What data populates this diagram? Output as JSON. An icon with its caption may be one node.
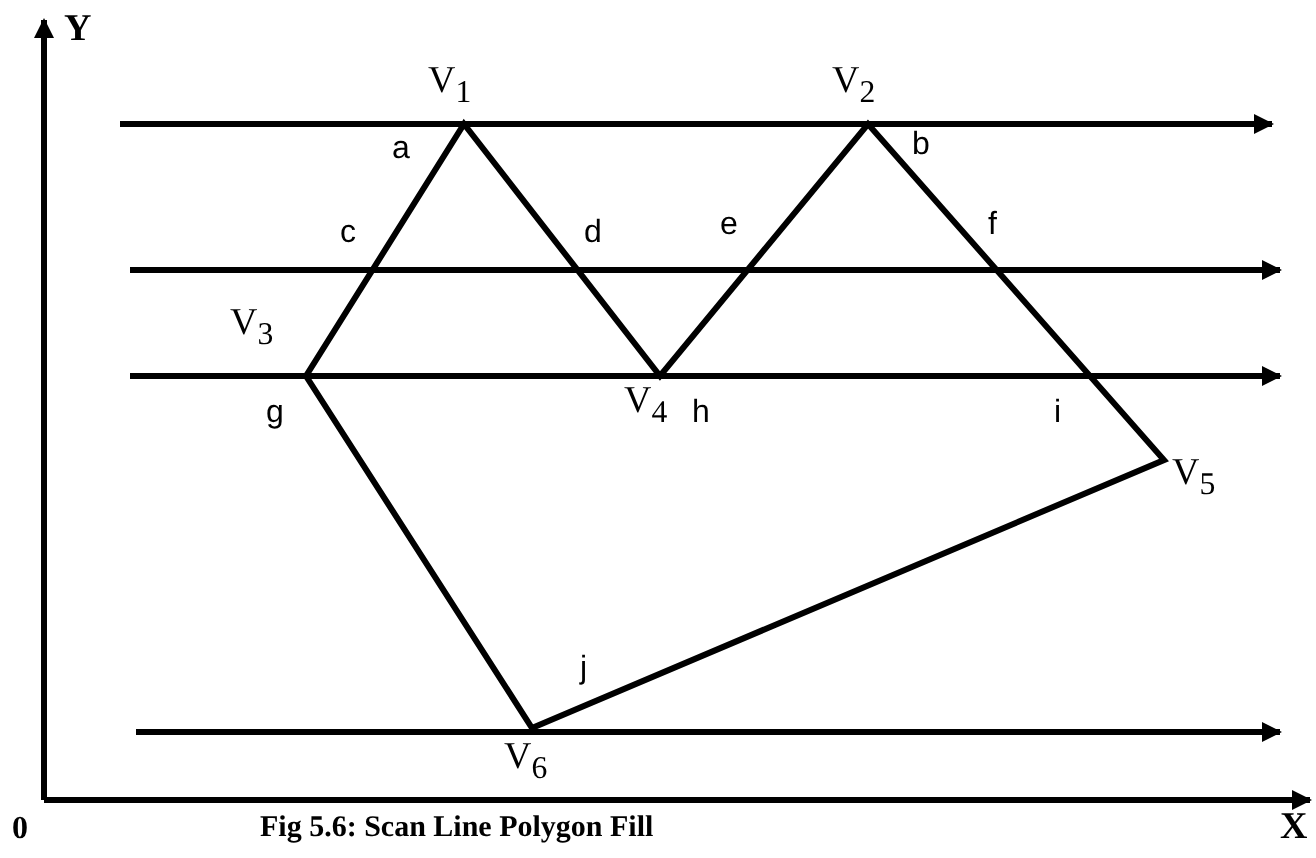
{
  "diagram": {
    "caption": "Fig 5.6: Scan Line Polygon Fill",
    "labels": [
      "Y",
      "V$_{1}$",
      "V$_{2}$",
      "a",
      "b",
      "c",
      "d",
      "e",
      "f",
      "V$_{3}$",
      "g",
      "h",
      "V$_{4}$",
      "i",
      "V$_{5}$",
      "j",
      "V$_{6}$",
      "0",
      "X"
    ]
  }
}
